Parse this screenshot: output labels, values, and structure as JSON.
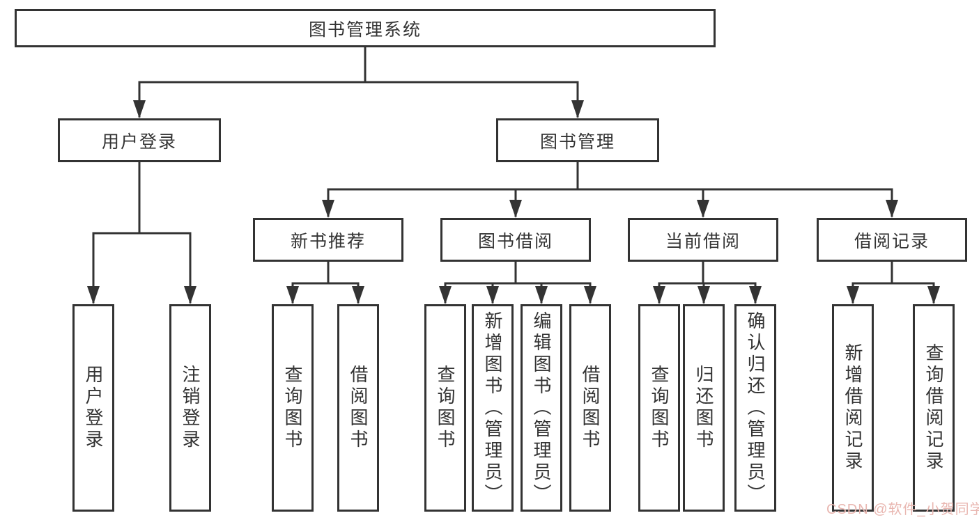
{
  "diagram": {
    "title": "图书管理系统",
    "watermark": "CSDN @软件_小贺同学",
    "colors": {
      "line": "#333333",
      "box_border": "#333333",
      "text": "#333333",
      "background": "#ffffff",
      "watermark": "#e9b7b1"
    },
    "branches": {
      "user_login": {
        "label": "用户登录",
        "children": {
          "login": "用户登录",
          "logout": "注销登录"
        }
      },
      "book_management": {
        "label": "图书管理",
        "modules": {
          "new_book_recommend": {
            "label": "新书推荐",
            "children": {
              "query_books": "查询图书",
              "borrow_books": "借阅图书"
            }
          },
          "book_borrowing": {
            "label": "图书借阅",
            "children": {
              "query_books": "查询图书",
              "add_books": "新增图书（管理员）",
              "edit_books": "编辑图书（管理员）",
              "borrow_books": "借阅图书"
            }
          },
          "current_borrowing": {
            "label": "当前借阅",
            "children": {
              "query_books": "查询图书",
              "return_books": "归还图书",
              "confirm_return": "确认归还（管理员）"
            }
          },
          "borrowing_records": {
            "label": "借阅记录",
            "children": {
              "add_record": "新增借阅记录",
              "query_record": "查询借阅记录"
            }
          }
        }
      }
    }
  }
}
